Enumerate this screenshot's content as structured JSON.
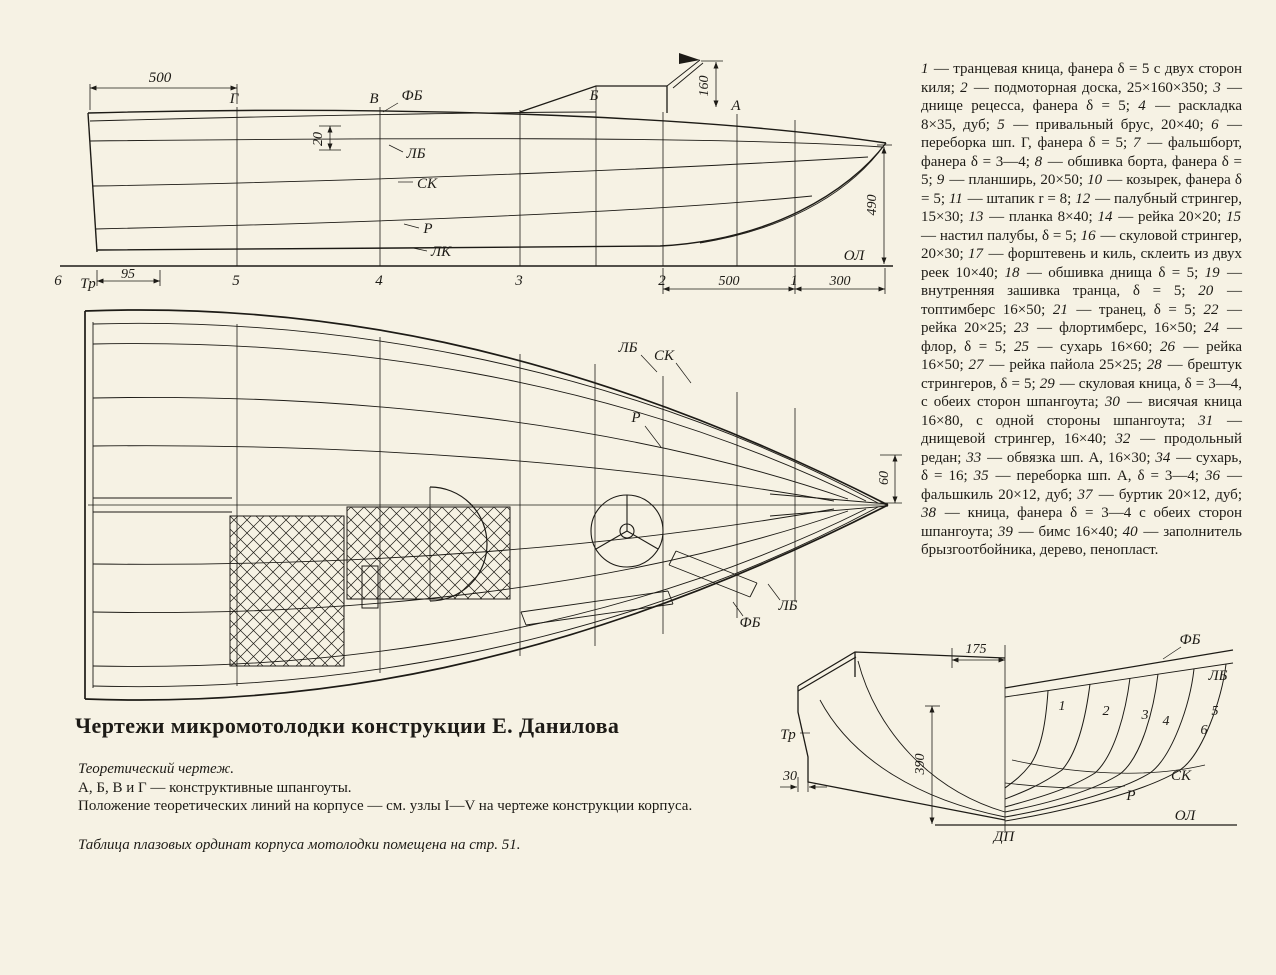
{
  "page": {
    "background": "#f6f2e4",
    "ink": "#1d1b16"
  },
  "title": "Чертежи микромотолодки конструкции Е. Данилова",
  "notes": [
    "Теоретический чертеж.",
    "А, Б, В и Г — конструктивные шпангоуты.",
    "Положение теоретических линий на корпусе — см. узлы I—V на чертеже конструкции корпуса.",
    "Таблица плазовых ординат корпуса мотолодки помещена на стр. 51."
  ],
  "parts_list": {
    "items": [
      {
        "n": "1",
        "t": "транцевая кница, фанера δ = 5 с двух сторон киля"
      },
      {
        "n": "2",
        "t": "подмоторная доска, 25×160×350"
      },
      {
        "n": "3",
        "t": "днище рецесса, фанера δ = 5"
      },
      {
        "n": "4",
        "t": "раскладка 8×35, дуб"
      },
      {
        "n": "5",
        "t": "привальный брус, 20×40"
      },
      {
        "n": "6",
        "t": "переборка шп. Г, фанера δ = 5"
      },
      {
        "n": "7",
        "t": "фальшборт, фанера δ = 3—4"
      },
      {
        "n": "8",
        "t": "обшивка борта, фанера δ = 5"
      },
      {
        "n": "9",
        "t": "планширь, 20×50"
      },
      {
        "n": "10",
        "t": "козырек, фанера δ = 5"
      },
      {
        "n": "11",
        "t": "штапик r = 8"
      },
      {
        "n": "12",
        "t": "палубный стрингер, 15×30"
      },
      {
        "n": "13",
        "t": "планка 8×40"
      },
      {
        "n": "14",
        "t": "рейка 20×20"
      },
      {
        "n": "15",
        "t": "настил палубы, δ = 5"
      },
      {
        "n": "16",
        "t": "скуловой стрингер, 20×30"
      },
      {
        "n": "17",
        "t": "форштевень и киль, склеить из двух реек 10×40"
      },
      {
        "n": "18",
        "t": "обшивка днища δ = 5"
      },
      {
        "n": "19",
        "t": "внутренняя зашивка транца, δ = 5"
      },
      {
        "n": "20",
        "t": "топтимберс 16×50"
      },
      {
        "n": "21",
        "t": "транец, δ = 5"
      },
      {
        "n": "22",
        "t": "рейка 20×25"
      },
      {
        "n": "23",
        "t": "флортимберс, 16×50"
      },
      {
        "n": "24",
        "t": "флор, δ = 5"
      },
      {
        "n": "25",
        "t": "сухарь 16×60"
      },
      {
        "n": "26",
        "t": "рейка 16×50"
      },
      {
        "n": "27",
        "t": "рейка пайола 25×25"
      },
      {
        "n": "28",
        "t": "брештук стрингеров, δ = 5"
      },
      {
        "n": "29",
        "t": "скуловая кница, δ = 3—4, с обеих сторон шпангоута"
      },
      {
        "n": "30",
        "t": "висячая кница 16×80, с одной стороны шпангоута"
      },
      {
        "n": "31",
        "t": "днищевой стрингер, 16×40"
      },
      {
        "n": "32",
        "t": "продольный редан"
      },
      {
        "n": "33",
        "t": "обвязка шп. А, 16×30"
      },
      {
        "n": "34",
        "t": "сухарь, δ = 16"
      },
      {
        "n": "35",
        "t": "переборка шп. А, δ = 3—4"
      },
      {
        "n": "36",
        "t": "фальшкиль 20×12, дуб"
      },
      {
        "n": "37",
        "t": "буртик 20×12, дуб"
      },
      {
        "n": "38",
        "t": "кница, фанера δ = 3—4 с обеих сторон шпангоута"
      },
      {
        "n": "39",
        "t": "бимс 16×40"
      },
      {
        "n": "40",
        "t": "заполнитель брызгоотбойника, дерево, пенопласт"
      }
    ]
  },
  "side_view": {
    "labels": {
      "dim500_top": "500",
      "st_g": "Г",
      "st_v": "В",
      "fb": "ФБ",
      "st_b": "Б",
      "st_a": "А",
      "dim160": "160",
      "dim20": "20",
      "lb": "ЛБ",
      "sk": "СК",
      "r": "Р",
      "lk": "ЛК",
      "dim490": "490",
      "ol": "ОЛ",
      "st_6": "6",
      "tr": "Тр",
      "dim95": "95",
      "st_5": "5",
      "st_4": "4",
      "st_3": "3",
      "st_2": "2",
      "st_1": "1",
      "dim500_bot": "500",
      "dim300": "300"
    }
  },
  "plan_view": {
    "labels": {
      "lb_top": "ЛБ",
      "sk": "СК",
      "r": "Р",
      "dim60": "60",
      "fb": "ФБ",
      "lb_bottom": "ЛБ"
    }
  },
  "body_plan": {
    "labels": {
      "fb": "ФБ",
      "lb": "ЛБ",
      "dim175": "175",
      "tr": "Тр",
      "dim390": "390",
      "dim30": "30",
      "s1": "1",
      "s2": "2",
      "s3": "3",
      "s4": "4",
      "s5": "5",
      "s6": "6",
      "sk": "СК",
      "r": "Р",
      "ol": "ОЛ",
      "dp": "ДП"
    }
  }
}
